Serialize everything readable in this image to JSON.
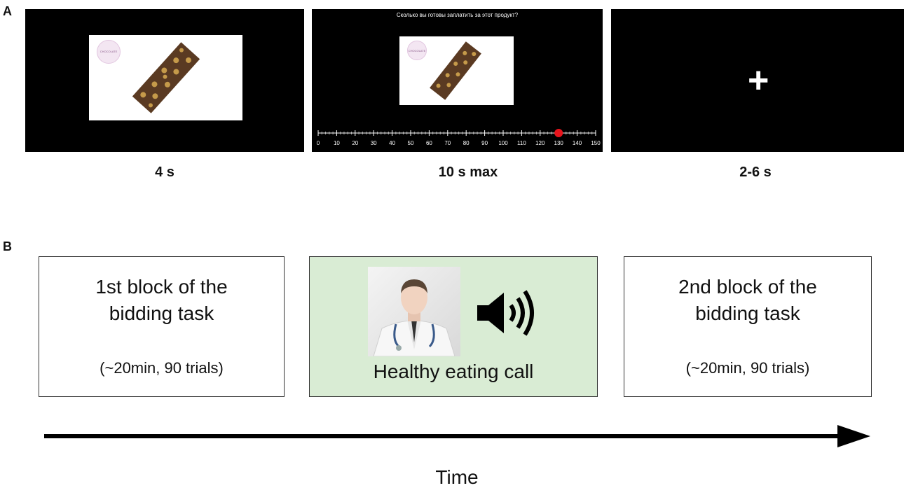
{
  "panel_a": {
    "letter": "A",
    "screens": [
      {
        "caption": "4 s"
      },
      {
        "caption": "10 s max",
        "question": "Сколько вы готовы заплатить за этот продукт?",
        "scale_ticks": [
          "0",
          "10",
          "20",
          "30",
          "40",
          "50",
          "60",
          "70",
          "80",
          "90",
          "100",
          "110",
          "120",
          "130",
          "140",
          "150"
        ],
        "scale_min": 0,
        "scale_max": 150,
        "selected_value": 130,
        "marker_color": "#e8141c"
      },
      {
        "caption": "2-6 s",
        "fixation": "+"
      }
    ],
    "logo_text": "CHOCOLATE"
  },
  "panel_b": {
    "letter": "B",
    "block1": {
      "title_line1": "1st block of the",
      "title_line2": "bidding task",
      "detail": "(~20min, 90 trials)"
    },
    "call": {
      "label": "Healthy eating call",
      "icon": "speaker-icon",
      "background": "#d9ecd4"
    },
    "block2": {
      "title_line1": "2nd block of the",
      "title_line2": "bidding task",
      "detail": "(~20min, 90 trials)"
    },
    "axis_label": "Time"
  }
}
